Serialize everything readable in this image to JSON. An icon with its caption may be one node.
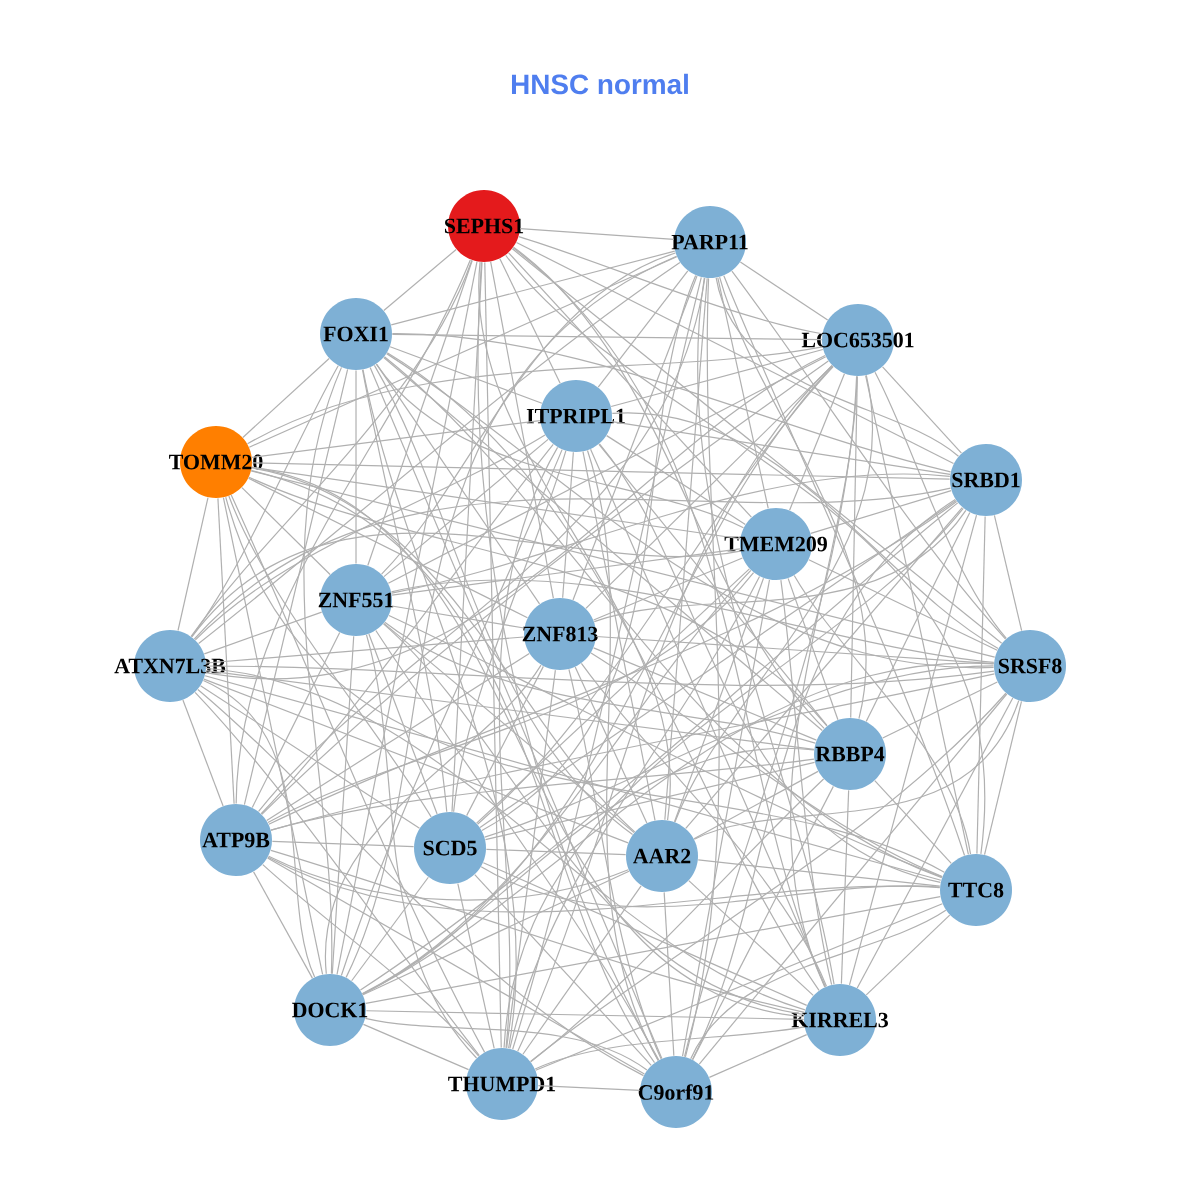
{
  "diagram": {
    "title": "HNSC normal",
    "nodes": [
      {
        "text": [
          "SEPHS1"
        ]
      },
      {
        "text": [
          "PARP11"
        ]
      },
      {
        "text": [
          "FOXI1"
        ]
      },
      {
        "text": [
          "LOC653501"
        ]
      },
      {
        "text": [
          "ITPRIPL1"
        ]
      },
      {
        "text": [
          "TOMM20"
        ]
      },
      {
        "text": [
          "SRBD1"
        ]
      },
      {
        "text": [
          "TMEM209"
        ]
      },
      {
        "text": [
          "ZNF551"
        ]
      },
      {
        "text": [
          "ZNF813"
        ]
      },
      {
        "text": [
          "ATXN7L3B"
        ]
      },
      {
        "text": [
          "SRSF8"
        ]
      },
      {
        "text": [
          "RBBP4"
        ]
      },
      {
        "text": [
          "ATP9B"
        ]
      },
      {
        "text": [
          "SCD5"
        ]
      },
      {
        "text": [
          "AAR2"
        ]
      },
      {
        "text": [
          "TTC8"
        ]
      },
      {
        "text": [
          "DOCK1"
        ]
      },
      {
        "text": [
          "KIRREL3"
        ]
      },
      {
        "text": [
          "THUMPD1"
        ]
      },
      {
        "text": [
          "C9orf91"
        ]
      }
    ],
    "edges": [
      {
        "from": 0,
        "to": 1,
        "arrow": "none"
      },
      {
        "from": 0,
        "to": 2,
        "arrow": "none"
      },
      {
        "from": 0,
        "to": 3,
        "arrow": "none"
      },
      {
        "from": 0,
        "to": 4,
        "arrow": "none"
      },
      {
        "from": 0,
        "to": 6,
        "arrow": "none"
      },
      {
        "from": 0,
        "to": 7,
        "arrow": "none"
      },
      {
        "from": 0,
        "to": 8,
        "arrow": "none"
      },
      {
        "from": 0,
        "to": 9,
        "arrow": "none"
      },
      {
        "from": 0,
        "to": 10,
        "arrow": "none"
      },
      {
        "from": 0,
        "to": 11,
        "arrow": "none"
      },
      {
        "from": 0,
        "to": 12,
        "arrow": "none"
      },
      {
        "from": 0,
        "to": 13,
        "arrow": "none"
      },
      {
        "from": 0,
        "to": 14,
        "arrow": "none"
      },
      {
        "from": 0,
        "to": 15,
        "arrow": "none"
      },
      {
        "from": 0,
        "to": 16,
        "arrow": "none"
      },
      {
        "from": 0,
        "to": 17,
        "arrow": "none"
      },
      {
        "from": 0,
        "to": 18,
        "arrow": "none"
      },
      {
        "from": 0,
        "to": 19,
        "arrow": "none"
      },
      {
        "from": 0,
        "to": 20,
        "arrow": "none"
      },
      {
        "from": 1,
        "to": 2,
        "arrow": "none"
      },
      {
        "from": 1,
        "to": 3,
        "arrow": "none"
      },
      {
        "from": 1,
        "to": 4,
        "arrow": "none"
      },
      {
        "from": 1,
        "to": 5,
        "arrow": "none"
      },
      {
        "from": 1,
        "to": 6,
        "arrow": "none"
      },
      {
        "from": 1,
        "to": 7,
        "arrow": "none"
      },
      {
        "from": 1,
        "to": 8,
        "arrow": "none"
      },
      {
        "from": 1,
        "to": 9,
        "arrow": "none"
      },
      {
        "from": 1,
        "to": 10,
        "arrow": "none"
      },
      {
        "from": 1,
        "to": 11,
        "arrow": "none"
      },
      {
        "from": 1,
        "to": 12,
        "arrow": "none"
      },
      {
        "from": 1,
        "to": 13,
        "arrow": "none"
      },
      {
        "from": 1,
        "to": 14,
        "arrow": "none"
      },
      {
        "from": 1,
        "to": 15,
        "arrow": "none"
      },
      {
        "from": 1,
        "to": 16,
        "arrow": "none"
      },
      {
        "from": 1,
        "to": 17,
        "arrow": "none"
      },
      {
        "from": 1,
        "to": 18,
        "arrow": "none"
      },
      {
        "from": 1,
        "to": 19,
        "arrow": "none"
      },
      {
        "from": 1,
        "to": 20,
        "arrow": "none"
      },
      {
        "from": 2,
        "to": 3,
        "arrow": "none"
      },
      {
        "from": 2,
        "to": 4,
        "arrow": "none"
      },
      {
        "from": 2,
        "to": 5,
        "arrow": "none"
      },
      {
        "from": 2,
        "to": 6,
        "arrow": "none"
      },
      {
        "from": 2,
        "to": 7,
        "arrow": "none"
      },
      {
        "from": 2,
        "to": 8,
        "arrow": "none"
      },
      {
        "from": 2,
        "to": 9,
        "arrow": "none"
      },
      {
        "from": 2,
        "to": 10,
        "arrow": "none"
      },
      {
        "from": 2,
        "to": 11,
        "arrow": "none"
      },
      {
        "from": 2,
        "to": 12,
        "arrow": "none"
      },
      {
        "from": 2,
        "to": 13,
        "arrow": "none"
      },
      {
        "from": 2,
        "to": 14,
        "arrow": "none"
      },
      {
        "from": 2,
        "to": 15,
        "arrow": "none"
      },
      {
        "from": 2,
        "to": 16,
        "arrow": "none"
      },
      {
        "from": 2,
        "to": 17,
        "arrow": "none"
      },
      {
        "from": 2,
        "to": 18,
        "arrow": "none"
      },
      {
        "from": 2,
        "to": 19,
        "arrow": "none"
      },
      {
        "from": 2,
        "to": 20,
        "arrow": "none"
      },
      {
        "from": 3,
        "to": 4,
        "arrow": "none"
      },
      {
        "from": 3,
        "to": 5,
        "arrow": "none"
      },
      {
        "from": 3,
        "to": 6,
        "arrow": "none"
      },
      {
        "from": 3,
        "to": 7,
        "arrow": "none"
      },
      {
        "from": 3,
        "to": 8,
        "arrow": "none"
      },
      {
        "from": 3,
        "to": 9,
        "arrow": "none"
      },
      {
        "from": 3,
        "to": 10,
        "arrow": "none"
      },
      {
        "from": 3,
        "to": 11,
        "arrow": "none"
      },
      {
        "from": 3,
        "to": 12,
        "arrow": "none"
      },
      {
        "from": 3,
        "to": 13,
        "arrow": "none"
      },
      {
        "from": 3,
        "to": 14,
        "arrow": "none"
      },
      {
        "from": 3,
        "to": 15,
        "arrow": "none"
      },
      {
        "from": 3,
        "to": 16,
        "arrow": "none"
      },
      {
        "from": 3,
        "to": 17,
        "arrow": "none"
      },
      {
        "from": 3,
        "to": 18,
        "arrow": "none"
      },
      {
        "from": 3,
        "to": 19,
        "arrow": "none"
      },
      {
        "from": 3,
        "to": 20,
        "arrow": "none"
      },
      {
        "from": 4,
        "to": 5,
        "arrow": "none"
      },
      {
        "from": 4,
        "to": 6,
        "arrow": "none"
      },
      {
        "from": 4,
        "to": 7,
        "arrow": "none"
      },
      {
        "from": 4,
        "to": 8,
        "arrow": "none"
      },
      {
        "from": 4,
        "to": 9,
        "arrow": "none"
      },
      {
        "from": 4,
        "to": 10,
        "arrow": "none"
      },
      {
        "from": 4,
        "to": 11,
        "arrow": "none"
      },
      {
        "from": 4,
        "to": 12,
        "arrow": "none"
      },
      {
        "from": 4,
        "to": 13,
        "arrow": "none"
      },
      {
        "from": 4,
        "to": 14,
        "arrow": "none"
      },
      {
        "from": 4,
        "to": 15,
        "arrow": "none"
      },
      {
        "from": 4,
        "to": 16,
        "arrow": "none"
      },
      {
        "from": 4,
        "to": 17,
        "arrow": "none"
      },
      {
        "from": 4,
        "to": 18,
        "arrow": "none"
      },
      {
        "from": 4,
        "to": 19,
        "arrow": "none"
      },
      {
        "from": 4,
        "to": 20,
        "arrow": "none"
      },
      {
        "from": 5,
        "to": 6,
        "arrow": "none"
      },
      {
        "from": 5,
        "to": 7,
        "arrow": "none"
      },
      {
        "from": 5,
        "to": 8,
        "arrow": "none"
      },
      {
        "from": 5,
        "to": 9,
        "arrow": "none"
      },
      {
        "from": 5,
        "to": 10,
        "arrow": "none"
      },
      {
        "from": 5,
        "to": 11,
        "arrow": "none"
      },
      {
        "from": 5,
        "to": 12,
        "arrow": "none"
      },
      {
        "from": 5,
        "to": 13,
        "arrow": "none"
      },
      {
        "from": 5,
        "to": 14,
        "arrow": "none"
      },
      {
        "from": 5,
        "to": 15,
        "arrow": "none"
      },
      {
        "from": 5,
        "to": 16,
        "arrow": "none"
      },
      {
        "from": 5,
        "to": 17,
        "arrow": "none"
      },
      {
        "from": 5,
        "to": 18,
        "arrow": "none"
      },
      {
        "from": 5,
        "to": 19,
        "arrow": "none"
      },
      {
        "from": 5,
        "to": 20,
        "arrow": "none"
      },
      {
        "from": 6,
        "to": 7,
        "arrow": "none"
      },
      {
        "from": 6,
        "to": 8,
        "arrow": "none"
      },
      {
        "from": 6,
        "to": 9,
        "arrow": "none"
      },
      {
        "from": 6,
        "to": 10,
        "arrow": "none"
      },
      {
        "from": 6,
        "to": 11,
        "arrow": "none"
      },
      {
        "from": 6,
        "to": 12,
        "arrow": "none"
      },
      {
        "from": 6,
        "to": 13,
        "arrow": "none"
      },
      {
        "from": 6,
        "to": 14,
        "arrow": "none"
      },
      {
        "from": 6,
        "to": 15,
        "arrow": "none"
      },
      {
        "from": 6,
        "to": 16,
        "arrow": "none"
      },
      {
        "from": 6,
        "to": 17,
        "arrow": "none"
      },
      {
        "from": 6,
        "to": 18,
        "arrow": "none"
      },
      {
        "from": 6,
        "to": 19,
        "arrow": "none"
      },
      {
        "from": 6,
        "to": 20,
        "arrow": "none"
      },
      {
        "from": 7,
        "to": 8,
        "arrow": "none"
      },
      {
        "from": 7,
        "to": 9,
        "arrow": "none"
      },
      {
        "from": 7,
        "to": 10,
        "arrow": "none"
      },
      {
        "from": 7,
        "to": 11,
        "arrow": "none"
      },
      {
        "from": 7,
        "to": 12,
        "arrow": "none"
      },
      {
        "from": 7,
        "to": 13,
        "arrow": "none"
      },
      {
        "from": 7,
        "to": 14,
        "arrow": "none"
      },
      {
        "from": 7,
        "to": 15,
        "arrow": "none"
      },
      {
        "from": 7,
        "to": 16,
        "arrow": "none"
      },
      {
        "from": 7,
        "to": 17,
        "arrow": "none"
      },
      {
        "from": 7,
        "to": 18,
        "arrow": "none"
      },
      {
        "from": 7,
        "to": 19,
        "arrow": "none"
      },
      {
        "from": 7,
        "to": 20,
        "arrow": "none"
      },
      {
        "from": 8,
        "to": 9,
        "arrow": "none"
      },
      {
        "from": 8,
        "to": 10,
        "arrow": "none"
      },
      {
        "from": 8,
        "to": 11,
        "arrow": "none"
      },
      {
        "from": 8,
        "to": 12,
        "arrow": "none"
      },
      {
        "from": 8,
        "to": 13,
        "arrow": "none"
      },
      {
        "from": 8,
        "to": 14,
        "arrow": "none"
      },
      {
        "from": 8,
        "to": 15,
        "arrow": "none"
      },
      {
        "from": 8,
        "to": 16,
        "arrow": "none"
      },
      {
        "from": 8,
        "to": 17,
        "arrow": "none"
      },
      {
        "from": 8,
        "to": 18,
        "arrow": "none"
      },
      {
        "from": 8,
        "to": 19,
        "arrow": "none"
      },
      {
        "from": 8,
        "to": 20,
        "arrow": "none"
      },
      {
        "from": 9,
        "to": 10,
        "arrow": "none"
      },
      {
        "from": 9,
        "to": 11,
        "arrow": "none"
      },
      {
        "from": 9,
        "to": 12,
        "arrow": "none"
      },
      {
        "from": 9,
        "to": 13,
        "arrow": "none"
      },
      {
        "from": 9,
        "to": 14,
        "arrow": "none"
      },
      {
        "from": 9,
        "to": 15,
        "arrow": "none"
      },
      {
        "from": 9,
        "to": 16,
        "arrow": "none"
      },
      {
        "from": 9,
        "to": 17,
        "arrow": "none"
      },
      {
        "from": 9,
        "to": 18,
        "arrow": "none"
      },
      {
        "from": 9,
        "to": 19,
        "arrow": "none"
      },
      {
        "from": 9,
        "to": 20,
        "arrow": "none"
      },
      {
        "from": 10,
        "to": 11,
        "arrow": "none"
      },
      {
        "from": 10,
        "to": 12,
        "arrow": "none"
      },
      {
        "from": 10,
        "to": 13,
        "arrow": "none"
      },
      {
        "from": 10,
        "to": 14,
        "arrow": "none"
      },
      {
        "from": 10,
        "to": 15,
        "arrow": "none"
      },
      {
        "from": 10,
        "to": 16,
        "arrow": "none"
      },
      {
        "from": 10,
        "to": 17,
        "arrow": "none"
      },
      {
        "from": 10,
        "to": 18,
        "arrow": "none"
      },
      {
        "from": 10,
        "to": 19,
        "arrow": "none"
      },
      {
        "from": 10,
        "to": 20,
        "arrow": "none"
      },
      {
        "from": 11,
        "to": 12,
        "arrow": "none"
      },
      {
        "from": 11,
        "to": 13,
        "arrow": "none"
      },
      {
        "from": 11,
        "to": 14,
        "arrow": "none"
      },
      {
        "from": 11,
        "to": 15,
        "arrow": "none"
      },
      {
        "from": 11,
        "to": 16,
        "arrow": "none"
      },
      {
        "from": 11,
        "to": 17,
        "arrow": "none"
      },
      {
        "from": 11,
        "to": 18,
        "arrow": "none"
      },
      {
        "from": 11,
        "to": 19,
        "arrow": "none"
      },
      {
        "from": 11,
        "to": 20,
        "arrow": "none"
      },
      {
        "from": 12,
        "to": 13,
        "arrow": "none"
      },
      {
        "from": 12,
        "to": 14,
        "arrow": "none"
      },
      {
        "from": 12,
        "to": 15,
        "arrow": "none"
      },
      {
        "from": 12,
        "to": 16,
        "arrow": "none"
      },
      {
        "from": 12,
        "to": 17,
        "arrow": "none"
      },
      {
        "from": 12,
        "to": 18,
        "arrow": "none"
      },
      {
        "from": 12,
        "to": 19,
        "arrow": "none"
      },
      {
        "from": 12,
        "to": 20,
        "arrow": "none"
      },
      {
        "from": 13,
        "to": 14,
        "arrow": "none"
      },
      {
        "from": 13,
        "to": 15,
        "arrow": "none"
      },
      {
        "from": 13,
        "to": 16,
        "arrow": "none"
      },
      {
        "from": 13,
        "to": 17,
        "arrow": "none"
      },
      {
        "from": 13,
        "to": 18,
        "arrow": "none"
      },
      {
        "from": 13,
        "to": 19,
        "arrow": "none"
      },
      {
        "from": 13,
        "to": 20,
        "arrow": "none"
      },
      {
        "from": 14,
        "to": 15,
        "arrow": "none"
      },
      {
        "from": 14,
        "to": 16,
        "arrow": "none"
      },
      {
        "from": 14,
        "to": 17,
        "arrow": "none"
      },
      {
        "from": 14,
        "to": 18,
        "arrow": "none"
      },
      {
        "from": 14,
        "to": 19,
        "arrow": "none"
      },
      {
        "from": 14,
        "to": 20,
        "arrow": "none"
      },
      {
        "from": 15,
        "to": 16,
        "arrow": "none"
      },
      {
        "from": 15,
        "to": 17,
        "arrow": "none"
      },
      {
        "from": 15,
        "to": 18,
        "arrow": "none"
      },
      {
        "from": 15,
        "to": 19,
        "arrow": "none"
      },
      {
        "from": 15,
        "to": 20,
        "arrow": "none"
      },
      {
        "from": 16,
        "to": 17,
        "arrow": "none"
      },
      {
        "from": 16,
        "to": 18,
        "arrow": "none"
      },
      {
        "from": 16,
        "to": 19,
        "arrow": "none"
      },
      {
        "from": 16,
        "to": 20,
        "arrow": "none"
      },
      {
        "from": 17,
        "to": 18,
        "arrow": "none"
      },
      {
        "from": 17,
        "to": 19,
        "arrow": "none"
      },
      {
        "from": 17,
        "to": 20,
        "arrow": "none"
      },
      {
        "from": 18,
        "to": 19,
        "arrow": "none"
      },
      {
        "from": 18,
        "to": 20,
        "arrow": "none"
      },
      {
        "from": 19,
        "to": 20,
        "arrow": "none"
      }
    ]
  }
}
